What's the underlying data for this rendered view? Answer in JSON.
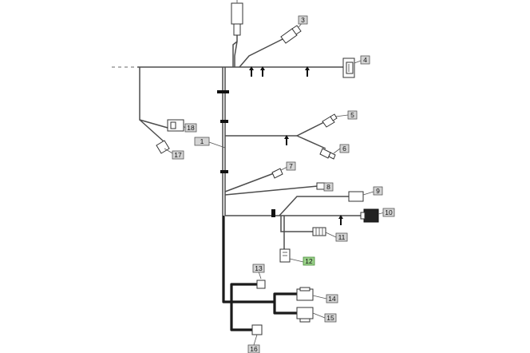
{
  "callouts": [
    {
      "id": "c1",
      "label": "1",
      "highlight": false
    },
    {
      "id": "c3",
      "label": "3",
      "highlight": false
    },
    {
      "id": "c4",
      "label": "4",
      "highlight": false
    },
    {
      "id": "c5",
      "label": "5",
      "highlight": false
    },
    {
      "id": "c6",
      "label": "6",
      "highlight": false
    },
    {
      "id": "c7",
      "label": "7",
      "highlight": false
    },
    {
      "id": "c8",
      "label": "8",
      "highlight": false
    },
    {
      "id": "c9",
      "label": "9",
      "highlight": false
    },
    {
      "id": "c10",
      "label": "10",
      "highlight": false
    },
    {
      "id": "c11",
      "label": "11",
      "highlight": false
    },
    {
      "id": "c12",
      "label": "12",
      "highlight": true
    },
    {
      "id": "c13",
      "label": "13",
      "highlight": false
    },
    {
      "id": "c14",
      "label": "14",
      "highlight": false
    },
    {
      "id": "c15",
      "label": "15",
      "highlight": false
    },
    {
      "id": "c16",
      "label": "16",
      "highlight": false
    },
    {
      "id": "c17",
      "label": "17",
      "highlight": false
    },
    {
      "id": "c18",
      "label": "18",
      "highlight": false
    }
  ],
  "colors": {
    "highlight": "#9bd38a",
    "callout_bg": "#d4d4d4",
    "wire": "#4d4d4d"
  }
}
